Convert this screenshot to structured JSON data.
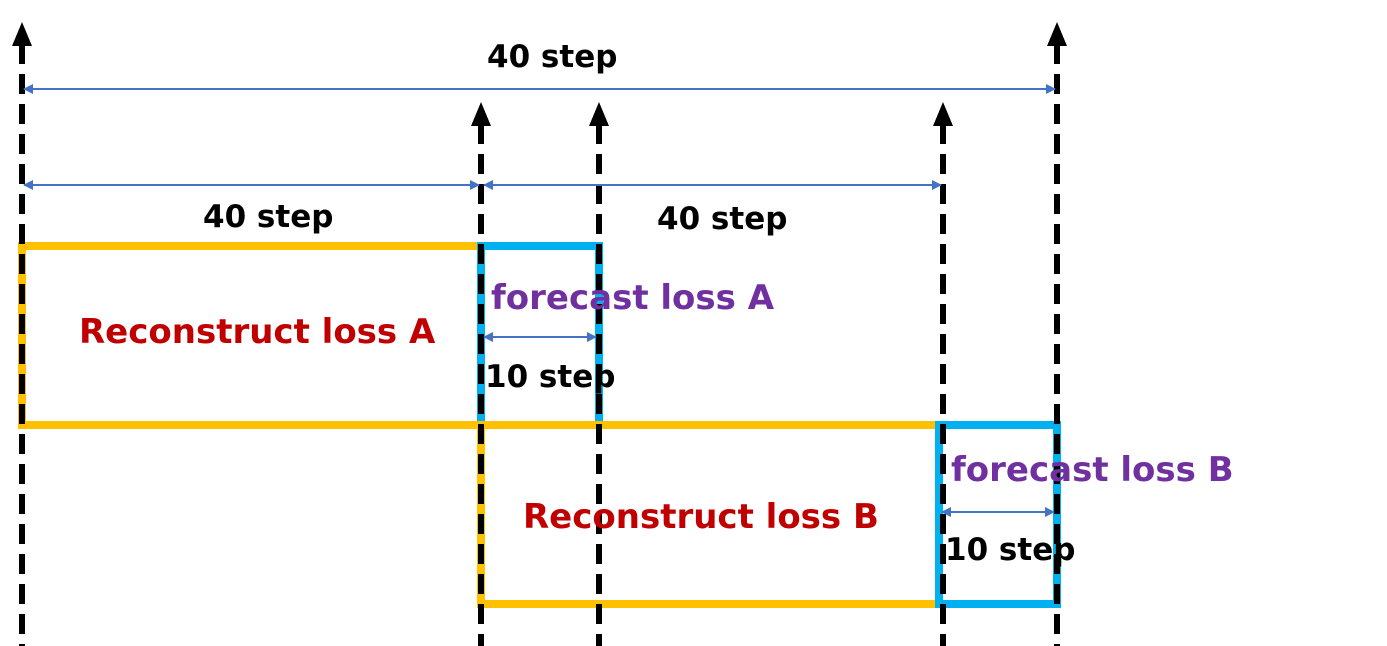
{
  "colors": {
    "yellow": "#FFC000",
    "cyan": "#00B0F0",
    "blue_arrow": "#4472C4",
    "red": "#C00000",
    "purple": "#7030A0"
  },
  "labels": {
    "top_span": "40 step",
    "left_span": "40 step",
    "mid_span": "40 step",
    "reconstruct_a": "Reconstruct  loss A",
    "forecast_a": "forecast  loss A",
    "step_a": "10 step",
    "reconstruct_b": "Reconstruct  loss B",
    "forecast_b": "forecast  loss B",
    "step_b": "10 step"
  }
}
